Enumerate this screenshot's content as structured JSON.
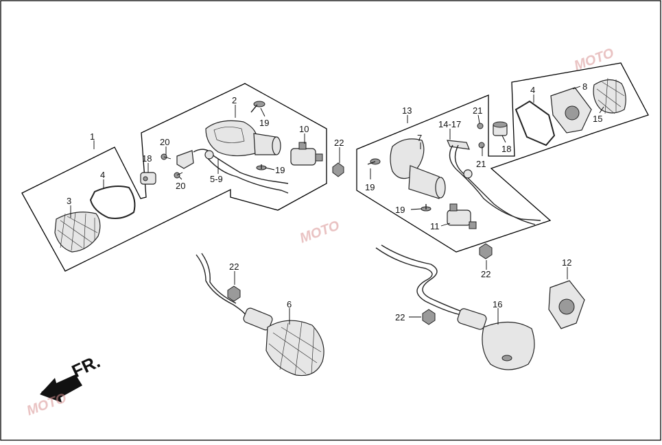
{
  "diagram": {
    "direction_label": "FR.",
    "watermark_text": "MOTO",
    "colors": {
      "line": "#000000",
      "part_fill": "#e6e6e6",
      "watermark": "#d89090",
      "arrow": "#111111"
    },
    "callouts": {
      "c1": "1",
      "c2": "2",
      "c3": "3",
      "c4a": "4",
      "c4b": "4",
      "c59": "5-9",
      "c6": "6",
      "c7": "7",
      "c8": "8",
      "c10": "10",
      "c11": "11",
      "c12": "12",
      "c13": "13",
      "c1417": "14-17",
      "c15": "15",
      "c16": "16",
      "c18a": "18",
      "c18b": "18",
      "c19a": "19",
      "c19b": "19",
      "c19c": "19",
      "c19d": "19",
      "c20a": "20",
      "c20b": "20",
      "c21a": "21",
      "c21b": "21",
      "c22a": "22",
      "c22b": "22",
      "c22c": "22",
      "c22d": "22"
    }
  }
}
